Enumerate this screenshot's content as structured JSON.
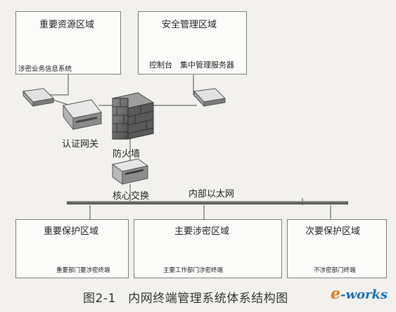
{
  "zones": {
    "important_resource": {
      "title": "重要资源区域",
      "system_label": "涉密业务信息系统"
    },
    "security_mgmt": {
      "title": "安全管理区域",
      "console_label": "控制台",
      "server_label": "集中管理服务器"
    },
    "important_protect": {
      "title": "重要保护区域",
      "terminal_label": "重要部门要涉密终端"
    },
    "main_secret": {
      "title": "主要涉密区域",
      "terminal_label": "主要工作部门涉密终端"
    },
    "secondary_protect": {
      "title": "次要保护区域",
      "terminal_label": "不涉密部门终端"
    }
  },
  "devices": {
    "auth_gateway": "认证网关",
    "firewall": "防火墙",
    "core_switch": "核心交换",
    "ethernet": "内部以太网"
  },
  "caption": "图2-1　内网终端管理系统体系结构图",
  "watermark": {
    "prefix": "e",
    "suffix": "-works"
  }
}
